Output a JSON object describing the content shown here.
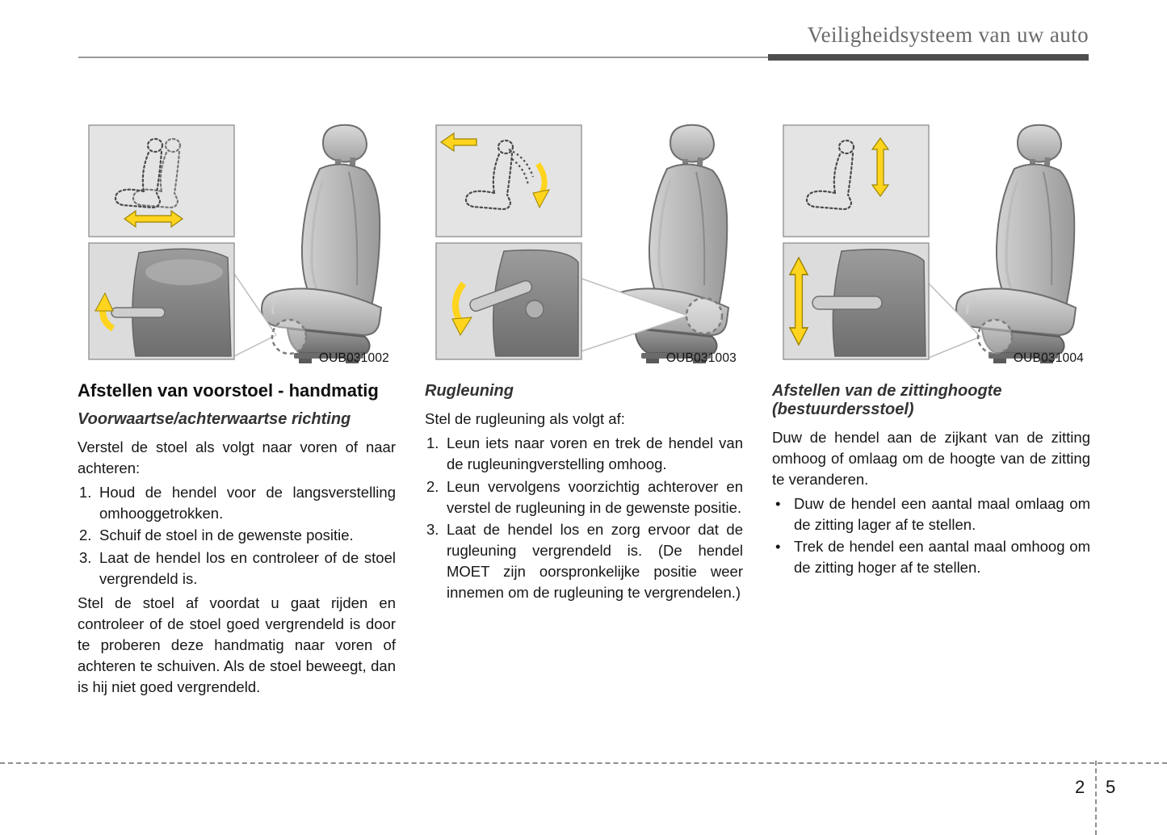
{
  "header": {
    "title": "Veiligheidsysteem van uw auto"
  },
  "figures": [
    {
      "code": "OUB031002"
    },
    {
      "code": "OUB031003"
    },
    {
      "code": "OUB031004"
    }
  ],
  "columns": [
    {
      "title": "Afstellen van voorstoel - handmatig",
      "subtitle": "Voorwaartse/achterwaartse richting",
      "intro": "Verstel de stoel als volgt naar voren of naar achteren:",
      "steps": [
        "Houd de hendel voor de langsverstelling omhooggetrokken.",
        "Schuif de stoel in de gewenste positie.",
        "Laat de hendel los en controleer of de stoel vergrendeld is."
      ],
      "outro": "Stel de stoel af voordat u gaat rijden en controleer of de stoel goed vergrendeld is door te proberen deze handmatig naar voren of achteren te schuiven. Als de stoel beweegt, dan is hij niet goed vergrendeld."
    },
    {
      "subtitle": "Rugleuning",
      "intro": "Stel de rugleuning als volgt af:",
      "steps": [
        "Leun iets naar voren en trek de hendel van de rugleuningverstelling omhoog.",
        "Leun vervolgens voorzichtig achterover en verstel de rugleuning in de gewenste positie.",
        "Laat de hendel los en zorg ervoor dat de rugleuning vergrendeld is. (De hendel MOET zijn oorspronkelijke positie weer innemen om de rugleuning te vergrendelen.)"
      ]
    },
    {
      "subtitle": "Afstellen van de zittinghoogte (bestuurdersstoel)",
      "intro": "Duw de hendel aan de zijkant van de zitting omhoog of omlaag om de hoogte van de zitting te veranderen.",
      "bullets": [
        "Duw de hendel een aantal maal omlaag om de zitting lager af te stellen.",
        "Trek de hendel een aantal maal omhoog om de zitting hoger af te stellen."
      ]
    }
  ],
  "footer": {
    "chapter": "2",
    "page": "5"
  }
}
